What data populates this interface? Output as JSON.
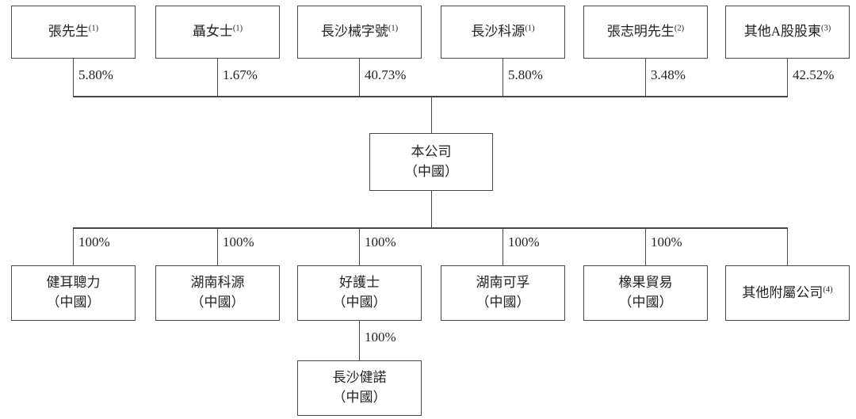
{
  "diagram": {
    "line_color": "#4a4546",
    "top_row": [
      {
        "name": "張先生",
        "note": "(1)",
        "pct": "5.80%"
      },
      {
        "name": "聶女士",
        "note": "(1)",
        "pct": "1.67%"
      },
      {
        "name": "長沙械字號",
        "note": "(1)",
        "pct": "40.73%"
      },
      {
        "name": "長沙科源",
        "note": "(1)",
        "pct": "5.80%"
      },
      {
        "name": "張志明先生",
        "note": "(2)",
        "pct": "3.48%"
      },
      {
        "name": "其他A股股東",
        "note": "(3)",
        "pct": "42.52%"
      }
    ],
    "company": {
      "name": "本公司",
      "location": "（中國）"
    },
    "bottom_row": [
      {
        "name": "健耳聰力",
        "location": "（中國）",
        "pct": "100%"
      },
      {
        "name": "湖南科源",
        "location": "（中國）",
        "pct": "100%"
      },
      {
        "name": "好護士",
        "location": "（中國）",
        "pct": "100%"
      },
      {
        "name": "湖南可孚",
        "location": "（中國）",
        "pct": "100%"
      },
      {
        "name": "橡果貿易",
        "location": "（中國）",
        "pct": "100%"
      },
      {
        "name": "其他附屬公司",
        "note": "(4)"
      }
    ],
    "sub_subsidiary": {
      "name": "長沙健諾",
      "location": "（中國）",
      "pct": "100%"
    }
  }
}
